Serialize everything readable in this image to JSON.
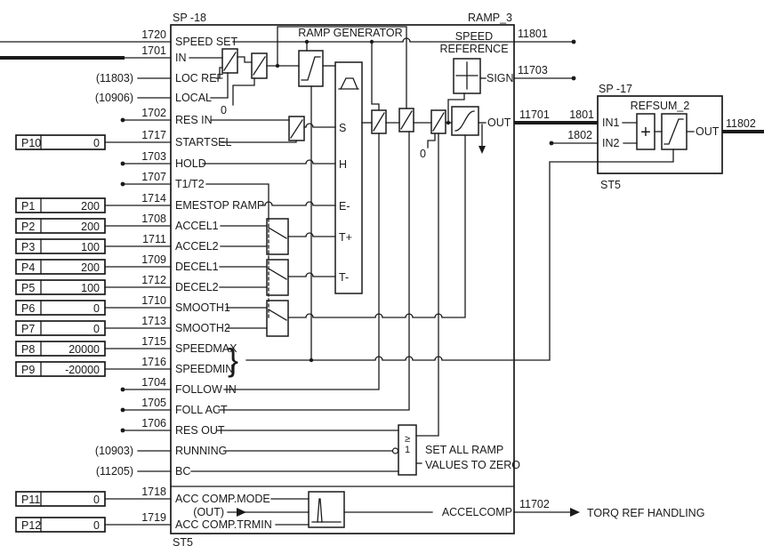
{
  "colors": {
    "ink": "#1a1a1a",
    "bg": "#ffffff"
  },
  "main_block": {
    "sp": "SP -18",
    "name": "RAMP_3",
    "title": "RAMP GENERATOR",
    "st": "ST5"
  },
  "refsum_block": {
    "sp": "SP -17",
    "name": "REFSUM_2",
    "st": "ST5",
    "in1": "IN1",
    "in2": "IN2",
    "out": "OUT",
    "plus": "+",
    "num_in1": "1801",
    "num_in2": "1802",
    "num_out": "11802"
  },
  "pins": [
    {
      "num": "1720",
      "name": "SPEED SET"
    },
    {
      "num": "1701",
      "name": "IN"
    },
    {
      "num": "(11803)",
      "name": "LOC REF"
    },
    {
      "num": "(10906)",
      "name": "LOCAL"
    },
    {
      "num": "1702",
      "name": "RES IN"
    },
    {
      "num": "1717",
      "name": "STARTSEL"
    },
    {
      "num": "1703",
      "name": "HOLD"
    },
    {
      "num": "1707",
      "name": "T1/T2"
    },
    {
      "num": "1714",
      "name": "EMESTOP RAMP"
    },
    {
      "num": "1708",
      "name": "ACCEL1"
    },
    {
      "num": "1711",
      "name": "ACCEL2"
    },
    {
      "num": "1709",
      "name": "DECEL1"
    },
    {
      "num": "1712",
      "name": "DECEL2"
    },
    {
      "num": "1710",
      "name": "SMOOTH1"
    },
    {
      "num": "1713",
      "name": "SMOOTH2"
    },
    {
      "num": "1715",
      "name": "SPEEDMAX"
    },
    {
      "num": "1716",
      "name": "SPEEDMIN"
    },
    {
      "num": "1704",
      "name": "FOLLOW IN"
    },
    {
      "num": "1705",
      "name": "FOLL ACT"
    },
    {
      "num": "1706",
      "name": "RES OUT"
    },
    {
      "num": "(10903)",
      "name": "RUNNING"
    },
    {
      "num": "(11205)",
      "name": "BC"
    },
    {
      "num": "1718",
      "name": "ACC COMP.MODE"
    },
    {
      "num": "",
      "name": "(OUT)"
    },
    {
      "num": "1719",
      "name": "ACC COMP.TRMIN"
    }
  ],
  "params": [
    {
      "id": "P1",
      "value": "200"
    },
    {
      "id": "P2",
      "value": "200"
    },
    {
      "id": "P3",
      "value": "100"
    },
    {
      "id": "P4",
      "value": "200"
    },
    {
      "id": "P5",
      "value": "100"
    },
    {
      "id": "P6",
      "value": "0"
    },
    {
      "id": "P7",
      "value": "0"
    },
    {
      "id": "P8",
      "value": "20000"
    },
    {
      "id": "P9",
      "value": "-20000"
    },
    {
      "id": "P10",
      "value": "0"
    },
    {
      "id": "P11",
      "value": "0"
    },
    {
      "id": "P12",
      "value": "0"
    }
  ],
  "outputs": {
    "n11801": "11801",
    "n11703": "11703",
    "n11701": "11701",
    "n11702": "11702"
  },
  "internal": {
    "sign": "SIGN",
    "out": "OUT",
    "speed_ref_line1": "SPEED",
    "speed_ref_line2": "REFERENCE",
    "term_s": "S",
    "term_h": "H",
    "term_e": "E-",
    "term_tp": "T+",
    "term_tm": "T-",
    "zero_a": "0",
    "zero_b": "0",
    "or_top": "≥",
    "or_bottom": "1",
    "reset_line1": "SET ALL RAMP",
    "reset_line2": "VALUES TO ZERO",
    "accelcomp": "ACCELCOMP",
    "brace": "}"
  },
  "external": {
    "torq": "TORQ REF HANDLING"
  }
}
